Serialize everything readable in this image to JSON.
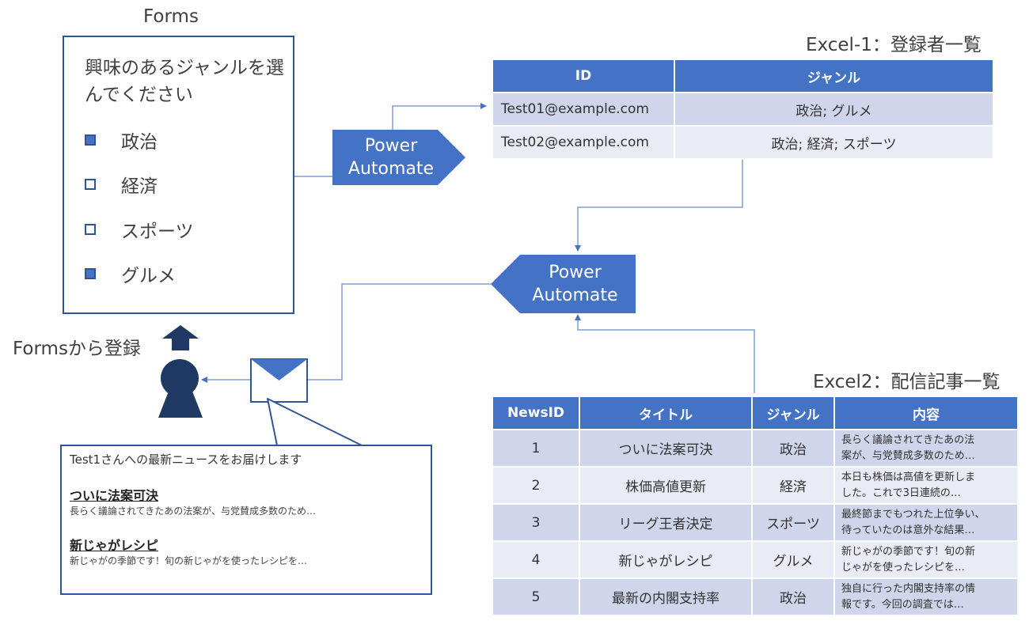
{
  "forms": {
    "title": "Forms",
    "question": "興味のあるジャンルを選んでください",
    "options": [
      {
        "label": "政治",
        "checked": true
      },
      {
        "label": "経済",
        "checked": false
      },
      {
        "label": "スポーツ",
        "checked": false
      },
      {
        "label": "グルメ",
        "checked": true
      }
    ]
  },
  "user": {
    "register_label": "Formsから登録"
  },
  "power_automate": {
    "line1": "Power",
    "line2": "Automate"
  },
  "excel1": {
    "title": "Excel-1：登録者一覧",
    "headers": [
      "ID",
      "ジャンル"
    ],
    "rows": [
      [
        "Test01@example.com",
        "政治; グルメ"
      ],
      [
        "Test02@example.com",
        "政治; 経済; スポーツ"
      ]
    ]
  },
  "excel2": {
    "title": "Excel2：配信記事一覧",
    "headers": [
      "NewsID",
      "タイトル",
      "ジャンル",
      "内容"
    ],
    "rows": [
      {
        "id": "1",
        "title": "ついに法案可決",
        "genre": "政治",
        "content_1": "長らく議論されてきたあの法",
        "content_2": "案が、与党賛成多数のため…"
      },
      {
        "id": "2",
        "title": "株価高値更新",
        "genre": "経済",
        "content_1": "本日も株価は高値を更新しま",
        "content_2": "した。これで3日連続の…"
      },
      {
        "id": "3",
        "title": "リーグ王者決定",
        "genre": "スポーツ",
        "content_1": "最終節までもつれた上位争い、",
        "content_2": "待っていたのは意外な結果…"
      },
      {
        "id": "4",
        "title": "新じゃがレシピ",
        "genre": "グルメ",
        "content_1": "新じゃがの季節です！旬の新",
        "content_2": "じゃがを使ったレシピを…"
      },
      {
        "id": "5",
        "title": "最新の内閣支持率",
        "genre": "政治",
        "content_1": "独自に行った内閣支持率の情",
        "content_2": "報です。今回の調査では…"
      }
    ]
  },
  "email": {
    "intro": "Test1さんへの最新ニュースをお届けします",
    "articles": [
      {
        "title": "ついに法案可決",
        "body": "長らく議論されてきたあの法案が、与党賛成多数のため…"
      },
      {
        "title": "新じゃがレシピ",
        "body": "新じゃがの季節です！旬の新じゃがを使ったレシピを…"
      }
    ]
  },
  "colors": {
    "accent": "#4472c4",
    "dark": "#1f3864",
    "border": "#2f5597",
    "row_dark": "#cfd5ea",
    "row_light": "#e9ebf5"
  }
}
